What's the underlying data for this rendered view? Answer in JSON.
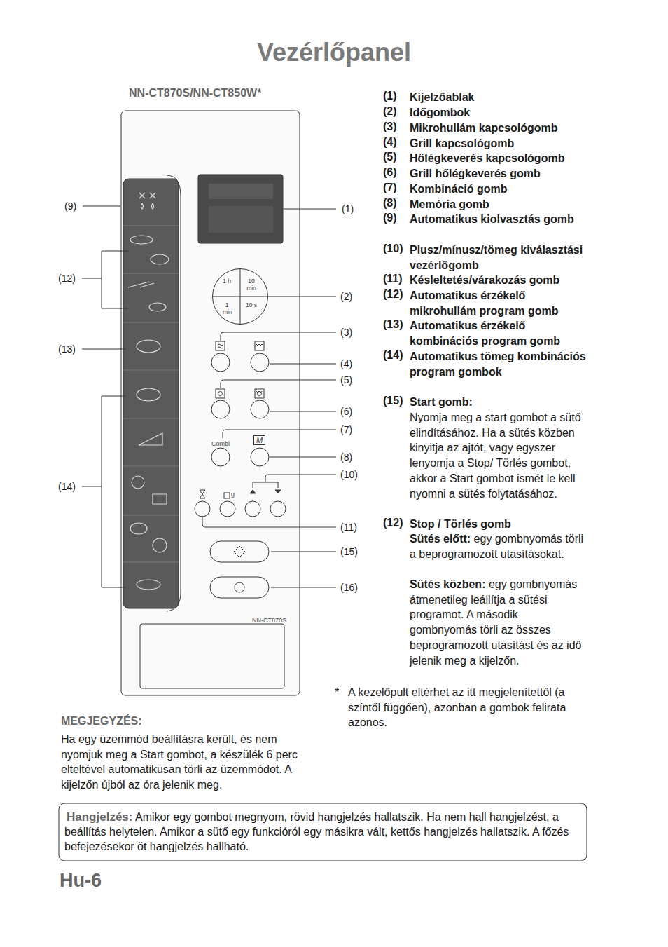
{
  "diagram": {
    "title": "Vezérlőpanel",
    "nodes": [
      {
        "text": [
          "1 h",
          "10 min",
          "1 min",
          "10 s"
        ]
      },
      {
        "text": [
          "M"
        ]
      },
      {
        "text": [
          "Hangjelzés:",
          "Amikor egy gombot megnyom, rövid hangjelzés hallatszik. Ha nem hall hangjelzést, a beállítás helytelen. Amikor a sütő egy funkcióról egy másikra vált, kettős hangjelzés hallatszik. A főzés befejezésekor öt hangjelzés hallható."
        ]
      }
    ],
    "edges": [],
    "labels": [
      "NN-CT870S/NN-CT850W*",
      "(9)",
      "(12)",
      "(13)",
      "(14)",
      "(1)",
      "(2)",
      "(3)",
      "(4)",
      "(5)",
      "(6)",
      "(7)",
      "(8)",
      "(10)",
      "(11)",
      "(15)",
      "(16)",
      "Combi",
      "g",
      "NN-CT870S",
      "(1)",
      "Kijelzőablak",
      "(2)",
      "Időgombok",
      "(3)",
      "Mikrohullám kapcsológomb",
      "(4)",
      "Grill kapcsológomb",
      "(5)",
      "Hőlégkeverés kapcsológomb",
      "(6)",
      "Grill hőlégkeverés gomb",
      "(7)",
      "Kombináció gomb",
      "(8)",
      "Memória gomb",
      "(9)",
      "Automatikus kiolvasztás gomb",
      "(10)",
      "Plusz/mínusz/tömeg kiválasztási vezérlőgomb",
      "(11)",
      "Késleltetés/várakozás gomb",
      "(12)",
      "Automatikus érzékelő mikrohullám program gomb",
      "(13)",
      "Automatikus érzékelő kombinációs program gomb",
      "(14)",
      "Automatikus tömeg kombinációs program gombok",
      "(15)",
      "Start gomb:",
      "Nyomja meg a start gombot a sütő elindításához. Ha a sütés közben kinyitja az ajtót, vagy egyszer lenyomja a Stop/ Törlés gombot, akkor a Start gombot ismét le kell nyomni a sütés folytatásához.",
      "(12)",
      "Stop / Törlés gomb",
      "Sütés előtt:",
      "egy gombnyomás törli a beprogramozott utasításokat.",
      "Sütés közben:",
      "egy gombnyomás átmenetileg leállítja a sütési programot. A második gombnyomás törli az összes beprogramozott utasítást és az idő jelenik meg a kijelzőn.",
      "*",
      "A kezelőpult eltérhet az itt megjelenítettől (a színtől függően), azonban a gombok felirata azonos.",
      "MEGJEGYZÉS:",
      "Ha egy üzemmód beállításra került, és nem nyomjuk meg a Start gombot, a készülék 6 perc elteltével automatikusan törli az üzemmódot. A kijelzőn újból az óra jelenik meg.",
      "Hu-6"
    ]
  }
}
